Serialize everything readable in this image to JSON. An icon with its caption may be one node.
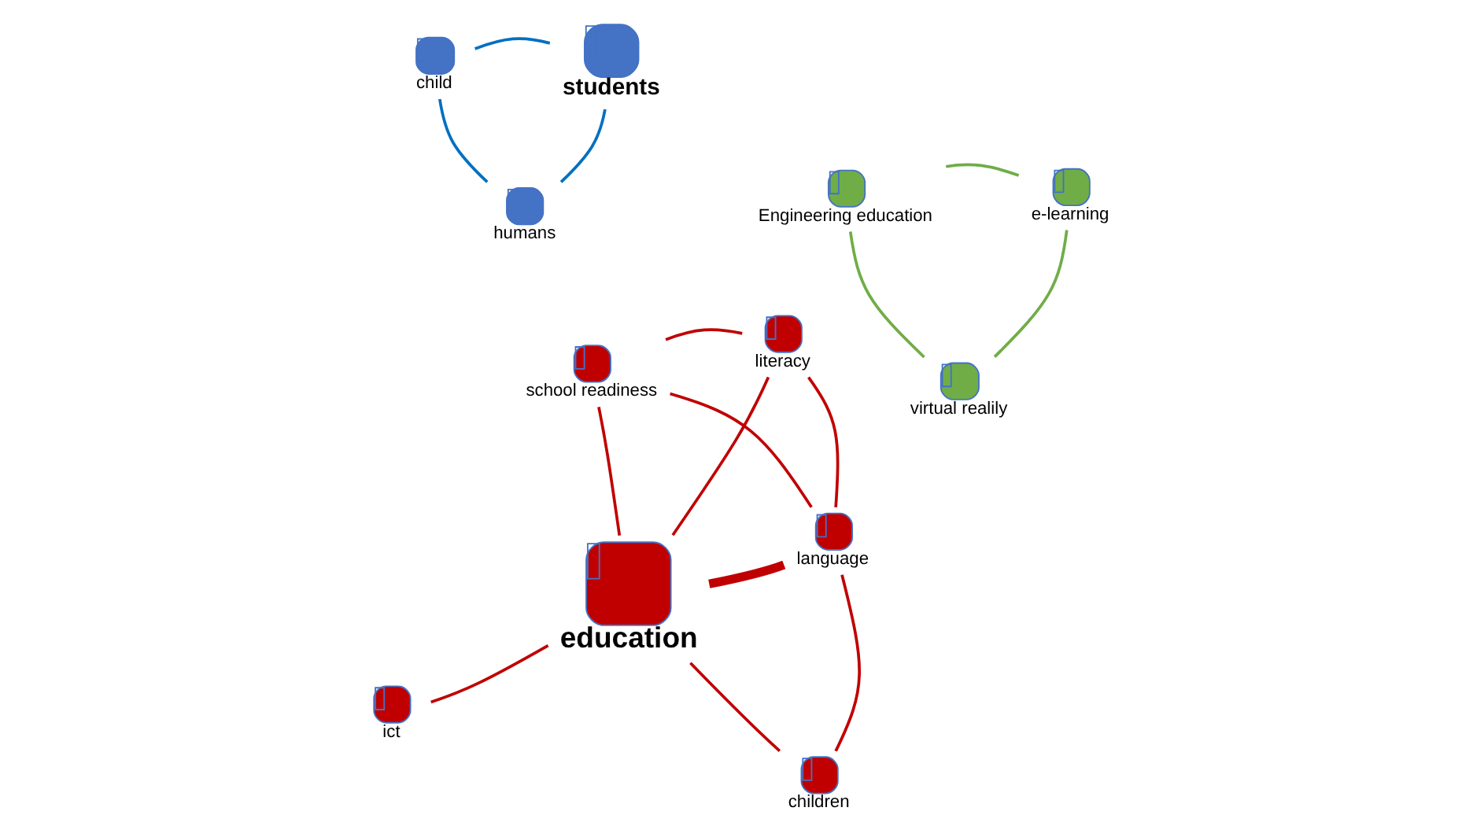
{
  "diagram": {
    "nodes": [
      {
        "text": [
          "Engineering education"
        ]
      },
      {
        "text": [
          "e-learning"
        ]
      },
      {
        "text": [
          "virtual realily"
        ]
      },
      {
        "text": [
          "child"
        ]
      },
      {
        "text": [
          "students"
        ]
      },
      {
        "text": [
          "humans"
        ]
      },
      {
        "text": [
          "ict"
        ]
      },
      {
        "text": [
          "language"
        ]
      },
      {
        "text": [
          "children"
        ]
      },
      {
        "text": [
          "literacy"
        ]
      },
      {
        "text": [
          "education"
        ]
      },
      {
        "text": [
          "school readiness"
        ]
      }
    ],
    "edges": [
      {
        "from": 0,
        "to": 1,
        "arrow": "none",
        "color": "#70ad47"
      },
      {
        "from": 0,
        "to": 2,
        "arrow": "none",
        "color": "#70ad47"
      },
      {
        "from": 1,
        "to": 2,
        "arrow": "none",
        "color": "#70ad47"
      },
      {
        "from": 4,
        "to": 3,
        "arrow": "none",
        "color": "#0070c0"
      },
      {
        "from": 3,
        "to": 5,
        "arrow": "none",
        "color": "#0070c0"
      },
      {
        "from": 4,
        "to": 5,
        "arrow": "none",
        "color": "#0070c0"
      },
      {
        "from": 6,
        "to": 10,
        "arrow": "none"
      },
      {
        "from": 9,
        "to": 7,
        "arrow": "none"
      },
      {
        "from": 7,
        "to": 8,
        "arrow": "none"
      },
      {
        "from": 7,
        "to": 10,
        "arrow": "none",
        "style": "thick"
      },
      {
        "from": 7,
        "to": 11,
        "arrow": "none"
      },
      {
        "from": 10,
        "to": 8,
        "arrow": "none"
      },
      {
        "from": 9,
        "to": 11,
        "arrow": "none"
      },
      {
        "from": 9,
        "to": 10,
        "arrow": "none"
      },
      {
        "from": 10,
        "to": 11,
        "arrow": "none"
      }
    ]
  }
}
